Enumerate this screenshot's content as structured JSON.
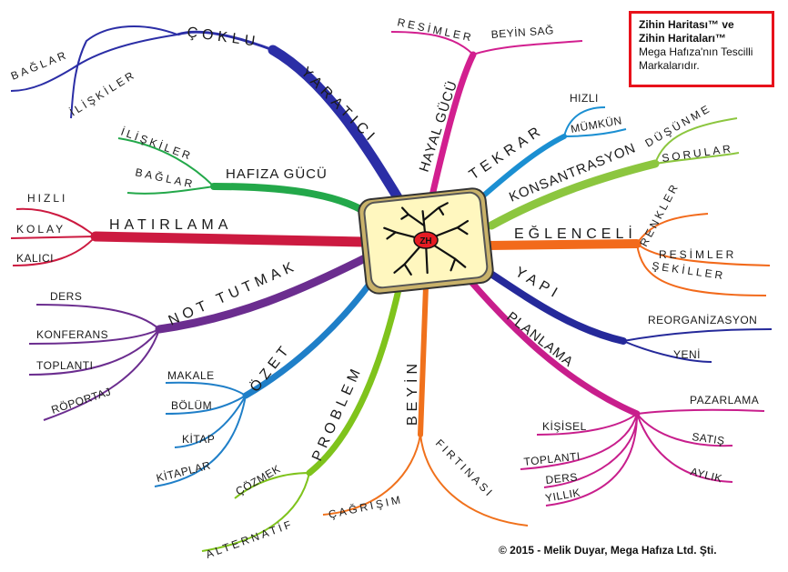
{
  "center": {
    "label": "ZH"
  },
  "notice": {
    "line1": "Zihin Haritası™ ve",
    "line2": "Zihin Haritaları™",
    "line3": "Mega Hafıza'nın Tescilli",
    "line4": "Markalarıdır."
  },
  "copyright": "© 2015 - Melik Duyar, Mega Hafıza Ltd. Şti.",
  "branches": [
    {
      "label": "YARATICI",
      "color": "#2b2ea6",
      "children": [
        "ÇOKLU",
        "İLİŞKİLER",
        "BAĞLAR"
      ]
    },
    {
      "label": "HAFIZA GÜCÜ",
      "color": "#23a84a",
      "children": [
        "İLİŞKİLER",
        "BAĞLAR"
      ]
    },
    {
      "label": "HATIRLAMA",
      "color": "#cc1a40",
      "children": [
        "HIZLI",
        "KOLAY",
        "KALICI"
      ]
    },
    {
      "label": "NOT TUTMAK",
      "color": "#6b2d8f",
      "children": [
        "DERS",
        "KONFERANS",
        "TOPLANTI",
        "RÖPORTAJ"
      ]
    },
    {
      "label": "ÖZET",
      "color": "#1f7fc8",
      "children": [
        "MAKALE",
        "BÖLÜM",
        "KİTAP",
        "KİTAPLAR"
      ]
    },
    {
      "label": "PROBLEM",
      "color": "#7fc31c",
      "children": [
        "ÇÖZMEK",
        "ALTERNATİF"
      ]
    },
    {
      "label": "BEYİN",
      "color": "#f0711c",
      "children": [
        "ÇAĞRIŞIM",
        "FIRTINASI"
      ]
    },
    {
      "label": "PLANLAMA",
      "color": "#c81e8c",
      "children": [
        "PAZARLAMA",
        "KİŞİSEL",
        "SATIŞ",
        "TOPLANTI",
        "DERS",
        "AYLIK",
        "YILLIK"
      ]
    },
    {
      "label": "YAPI",
      "color": "#25299a",
      "children": [
        "REORGANİZASYON",
        "YENİ"
      ]
    },
    {
      "label": "EĞLENCELİ",
      "color": "#f26a1b",
      "children": [
        "RENKLER",
        "RESİMLER",
        "ŞEKİLLER"
      ]
    },
    {
      "label": "KONSANTRASYON",
      "color": "#8cc63f",
      "children": [
        "DÜŞÜNME",
        "SORULAR"
      ]
    },
    {
      "label": "TEKRAR",
      "color": "#1b8fd2",
      "children": [
        "HIZLI",
        "MÜMKÜN"
      ]
    },
    {
      "label": "HAYAL GÜCÜ",
      "color": "#d21f8f",
      "children": [
        "RESİMLER",
        "BEYİN SAĞ"
      ]
    }
  ]
}
